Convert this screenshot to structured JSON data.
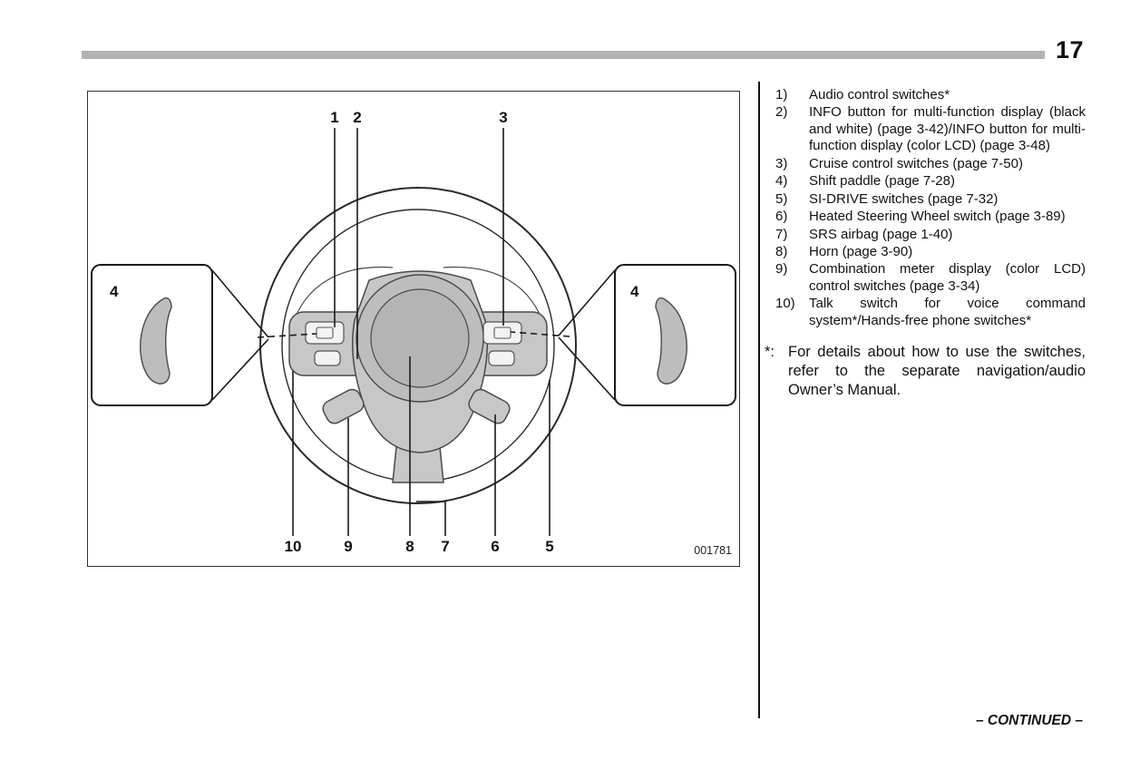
{
  "page": {
    "number": "17",
    "continued": "– CONTINUED –"
  },
  "colors": {
    "header_bar": "#b2b2b2",
    "diagram_gray": "#c7c7c7",
    "line": "#1a1a1a"
  },
  "figure": {
    "code": "001781",
    "callouts": {
      "n1": "1",
      "n2": "2",
      "n3": "3",
      "n4_left": "4",
      "n4_right": "4",
      "n5": "5",
      "n6": "6",
      "n7": "7",
      "n8": "8",
      "n9": "9",
      "n10": "10"
    }
  },
  "legend": {
    "items": [
      {
        "num": "1)",
        "text": "Audio control switches*"
      },
      {
        "num": "2)",
        "text": "INFO button for multi-function display (black and white) (page 3-42)/INFO button for multi-function display (color LCD) (page 3-48)"
      },
      {
        "num": "3)",
        "text": "Cruise control switches (page 7-50)"
      },
      {
        "num": "4)",
        "text": "Shift paddle (page 7-28)"
      },
      {
        "num": "5)",
        "text": "SI-DRIVE switches (page 7-32)"
      },
      {
        "num": "6)",
        "text": "Heated Steering Wheel switch (page 3-89)"
      },
      {
        "num": "7)",
        "text": "SRS airbag (page 1-40)"
      },
      {
        "num": "8)",
        "text": "Horn (page 3-90)"
      },
      {
        "num": "9)",
        "text": "Combination meter display (color LCD) control switches (page 3-34)"
      },
      {
        "num": "10)",
        "text": "Talk switch for voice command system*/Hands-free phone switches*"
      }
    ],
    "footnote_marker": "*:",
    "footnote": "For details about how to use the switches, refer to the separate navigation/audio Owner’s Manual."
  }
}
